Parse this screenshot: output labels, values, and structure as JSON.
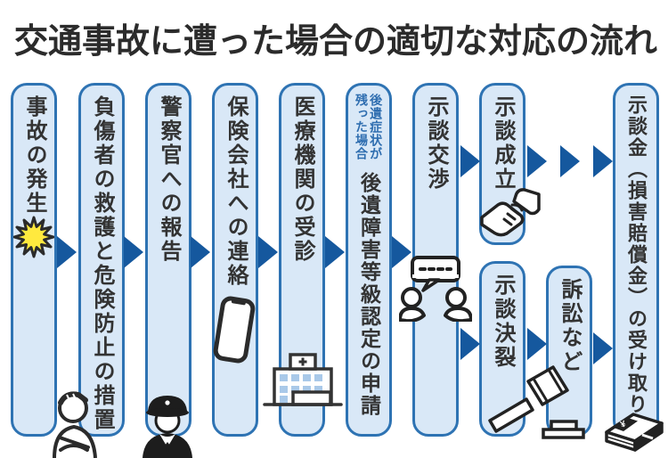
{
  "title": "交通事故に遭った場合の適切な対応の流れ",
  "colors": {
    "column_fill": "#d9e8f7",
    "column_border": "#2e73b3",
    "arrow": "#15589e",
    "note_blue": "#2f6eb0",
    "text": "#333333",
    "title_color": "#2b2b2b",
    "burst_yellow": "#ffe93e",
    "icon_dark": "#2b2b2b",
    "window_blue": "#a9c9e9"
  },
  "money_symbol": "¥",
  "steps": [
    {
      "id": "accident",
      "label": "事故の発生",
      "icon": "explosion-icon"
    },
    {
      "id": "rescue",
      "label": "負傷者の救護と危険防止の措置",
      "icon": "injured-person-icon"
    },
    {
      "id": "police-report",
      "label": "警察官への報告",
      "icon": "police-officer-icon"
    },
    {
      "id": "insurance-contact",
      "label": "保険会社への連絡",
      "icon": "smartphone-icon"
    },
    {
      "id": "medical-visit",
      "label": "医療機関の受診",
      "icon": "hospital-icon"
    },
    {
      "id": "disability-certification",
      "label": "後遺障害等級認定の申請",
      "note_lines": [
        "後遺症状が",
        "残った場合"
      ]
    },
    {
      "id": "settlement-negotiation",
      "label": "示談交渉",
      "icon": "negotiation-icon"
    },
    {
      "id": "settlement-reached",
      "label": "示談成立",
      "icon": "handshake-icon"
    },
    {
      "id": "settlement-broken",
      "label": "示談決裂"
    },
    {
      "id": "lawsuit",
      "label": "訴訟など",
      "icon": "gavel-icon"
    },
    {
      "id": "compensation",
      "label": "示談金（損害賠償金）の受け取り",
      "icon": "money-icon"
    }
  ]
}
